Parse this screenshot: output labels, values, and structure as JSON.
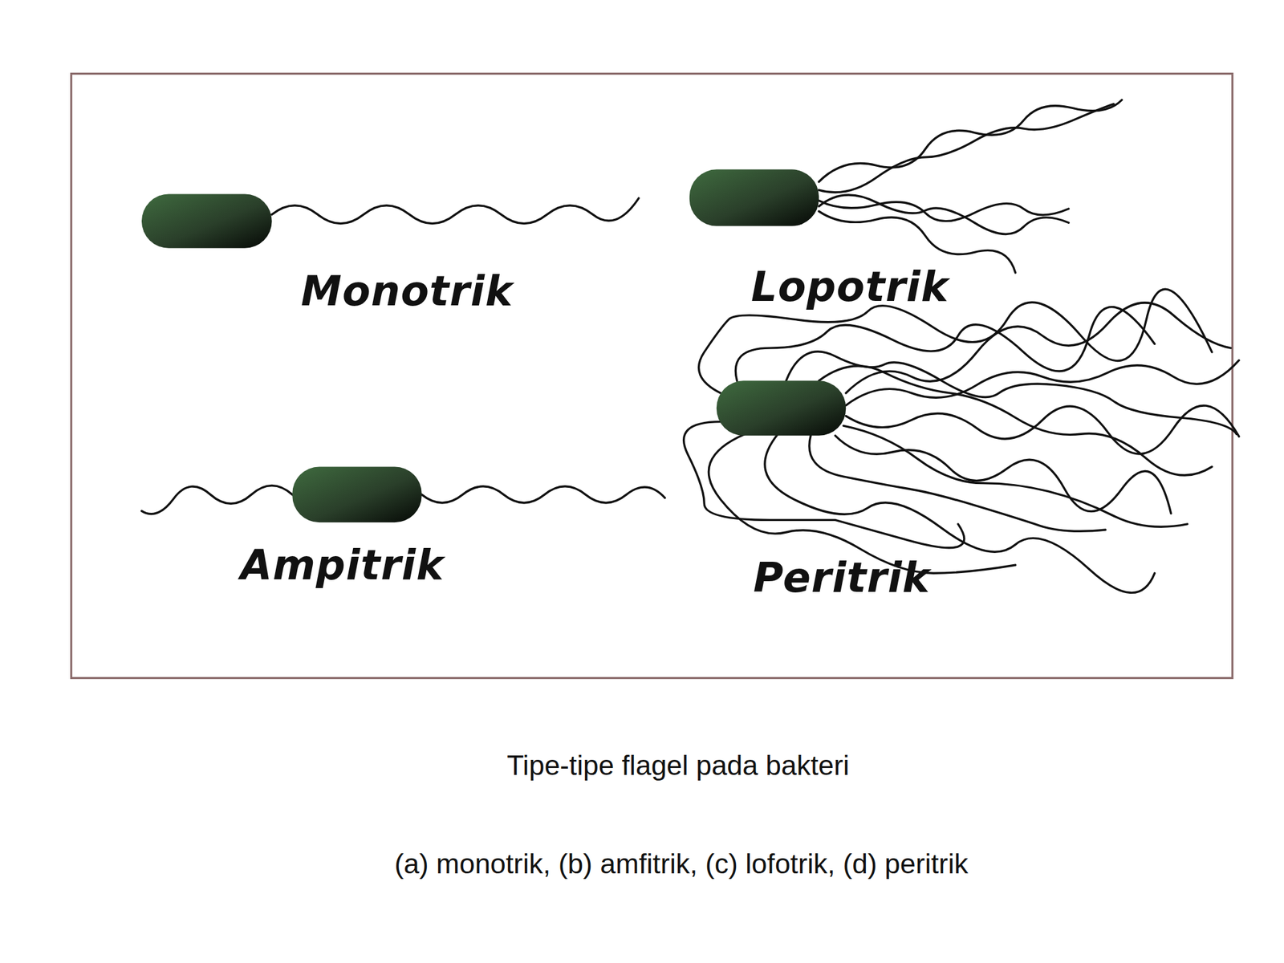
{
  "diagram": {
    "caption": "Tipe-tipe flagel pada bakteri",
    "labels": [
      "Monotrik",
      "Lopotrik",
      "Ampitrik",
      "Peritrik",
      "(a) monotrik, (b) amfitrik, (c) lofotrik, (d) peritrik"
    ]
  }
}
